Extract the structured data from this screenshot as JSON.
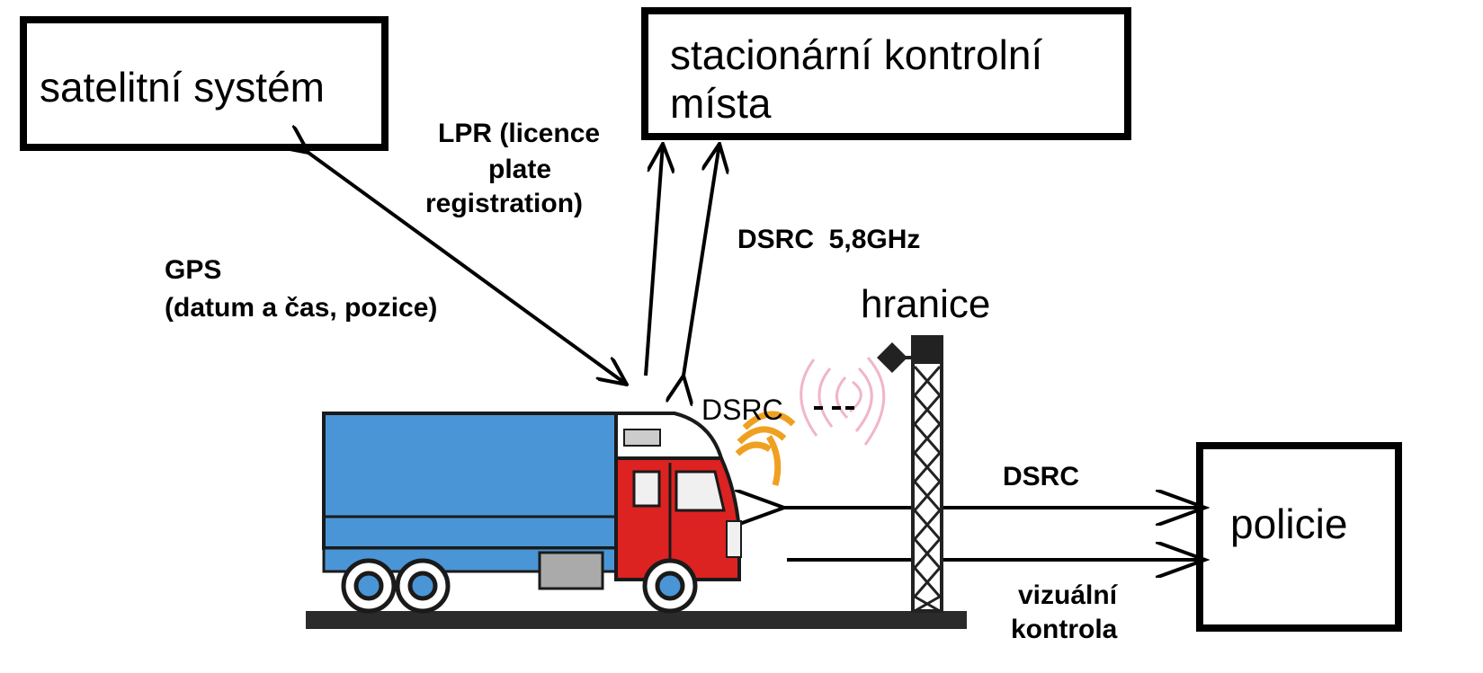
{
  "boxes": {
    "satellite": "satelitní systém",
    "stations_line1": "stacionární kontrolní",
    "stations_line2": "místa",
    "police": "policie"
  },
  "labels": {
    "lpr_line1": "LPR (licence",
    "lpr_line2": "plate",
    "lpr_line3": "registration)",
    "gps_line1": "GPS",
    "gps_line2": "(datum a čas, pozice)",
    "dsrc_58": "DSRC  5,8GHz",
    "hranice": "hranice",
    "dsrc_truck": "DSRC",
    "dsrc_police": "DSRC",
    "visual_line1": "vizuální",
    "visual_line2": "kontrola"
  },
  "colors": {
    "truck_body": "#4a95d6",
    "truck_cab": "#dd2222",
    "signal_orange": "#f0a020",
    "signal_pink": "#f0b6c8",
    "wheel_blue": "#4a95d6"
  }
}
